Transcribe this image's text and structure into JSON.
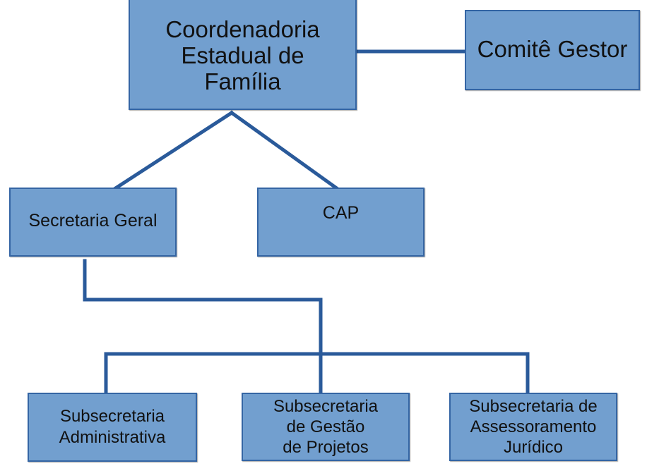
{
  "boxes": {
    "coordenadoria": "Coordenadoria\nEstadual de\nFamília",
    "comite_gestor": "Comitê Gestor",
    "secretaria_geral": "Secretaria Geral",
    "cap": "CAP",
    "subsecretaria_administrativa": "Subsecretaria\nAdministrativa",
    "subsecretaria_gestao_projetos": "Subsecretaria\nde Gestão\nde Projetos",
    "subsecretaria_assessoramento_juridico": "Subsecretaria de\nAssessoramento\nJurídico"
  },
  "colors": {
    "box_fill": "#729fcf",
    "box_border": "#3465a4",
    "connector": "#2a5a9a",
    "text": "#111111"
  }
}
